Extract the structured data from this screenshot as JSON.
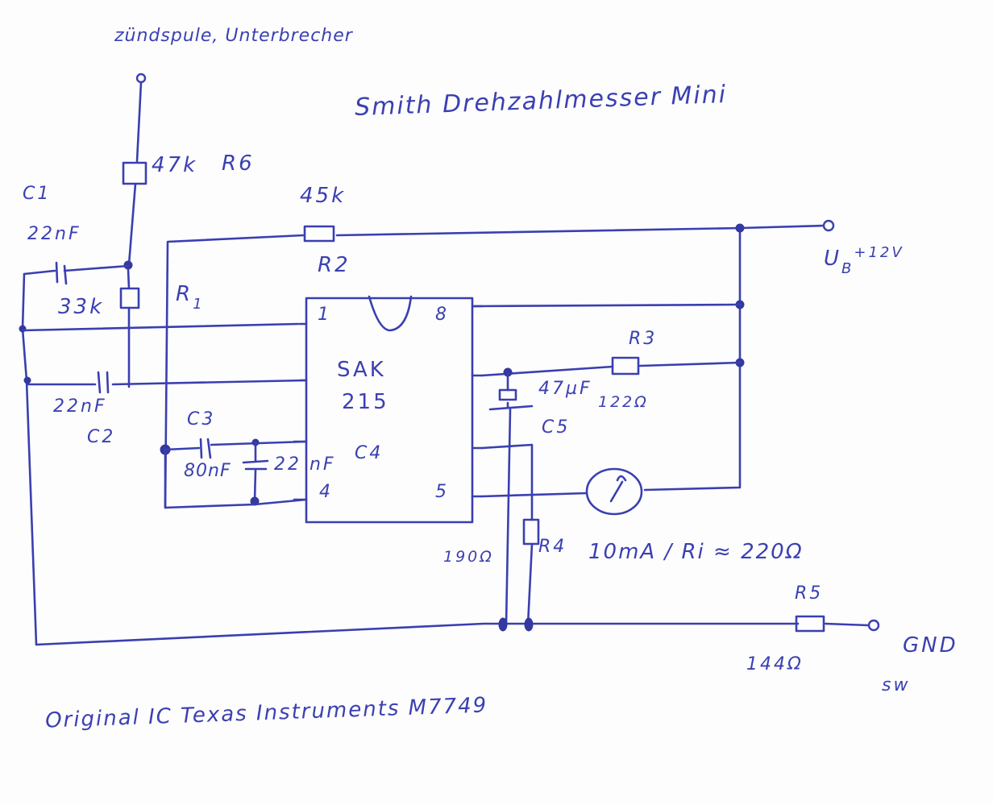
{
  "diagram": {
    "title": "Smith Drehzahlmesser Mini",
    "input_label": "zündspule, Unterbrecher",
    "footer_note": "Original IC Texas Instruments M7749",
    "ink_color": "#3a3fb0",
    "paper_color": "#fdfdfd"
  },
  "ic": {
    "name_line1": "SAK",
    "name_line2": "215",
    "pins": {
      "p1": "1",
      "p8": "8",
      "p4": "4",
      "p5": "5"
    }
  },
  "components": {
    "R6": {
      "ref": "R6",
      "value": "47k"
    },
    "R1": {
      "ref": "R",
      "sub": "1",
      "value": "33k"
    },
    "R2": {
      "ref": "R2",
      "value": "45k"
    },
    "R3": {
      "ref": "R3",
      "value": "122Ω"
    },
    "R4": {
      "ref": "R4",
      "value": "190Ω"
    },
    "R5": {
      "ref": "R5",
      "value": "144Ω"
    },
    "C1": {
      "ref": "C1",
      "value": "22nF"
    },
    "C2": {
      "ref": "C2",
      "value": "22nF"
    },
    "C3": {
      "ref": "C3",
      "value": "80nF"
    },
    "C4": {
      "ref": "C4",
      "value": "22 nF"
    },
    "C5": {
      "ref": "C5",
      "value": "47µF"
    },
    "meter": {
      "symbol": "meter-icon",
      "spec": "10mA / Ri ≈ 220Ω"
    }
  },
  "terminals": {
    "supply": {
      "label": "U",
      "sub": "B",
      "sup": "+12V"
    },
    "ground": {
      "label": "GND",
      "note": "sw"
    }
  }
}
